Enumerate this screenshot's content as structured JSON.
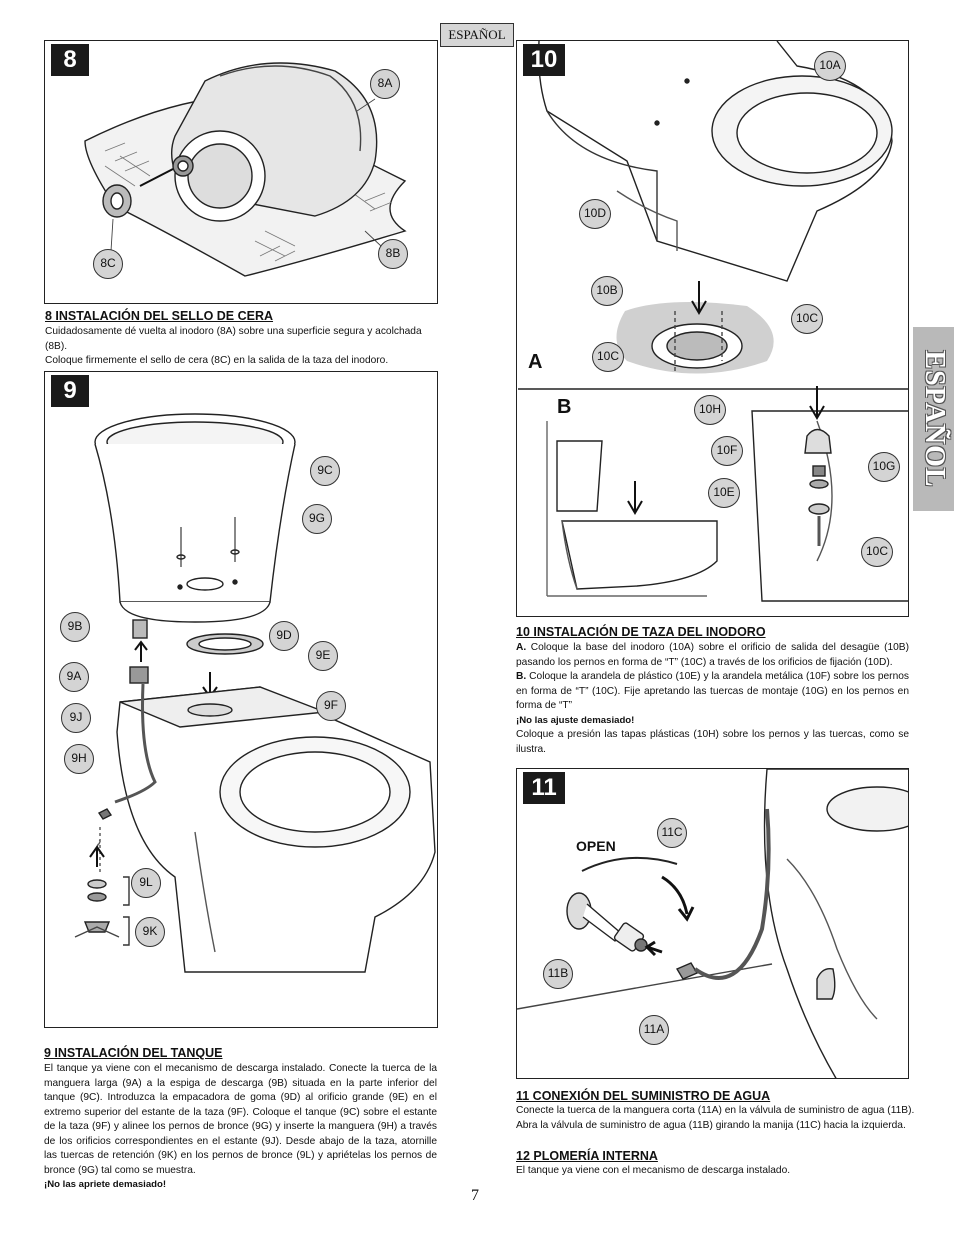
{
  "header": {
    "language_tag": "ESPAÑOL",
    "side_tab": "ESPAÑOL"
  },
  "fig8": {
    "number": "8",
    "callouts": {
      "a": "8A",
      "b": "8B",
      "c": "8C"
    }
  },
  "sec8": {
    "title": "8  INSTALACIÓN DEL SELLO DE CERA",
    "line1": "Cuidadosamente dé vuelta al inodoro (8A) sobre una superficie segura y acolchada (8B).",
    "line2": "Coloque firmemente el sello de cera (8C) en la salida de la taza del inodoro."
  },
  "fig9": {
    "number": "9",
    "callouts": {
      "c": "9C",
      "g": "9G",
      "b": "9B",
      "d": "9D",
      "e": "9E",
      "a": "9A",
      "f": "9F",
      "j": "9J",
      "h": "9H",
      "l": "9L",
      "k": "9K"
    }
  },
  "sec9": {
    "title": "9  INSTALACIÓN DEL TANQUE",
    "body": "El tanque ya viene con el mecanismo de descarga instalado.  Conecte la tuerca de la manguera larga (9A) a la espiga de descarga (9B) situada en la parte inferior del tanque (9C). Introduzca la empacadora de goma (9D) al orificio grande (9E) en el extremo superior del estante de la taza (9F).  Coloque el tanque (9C) sobre el estante de la taza (9F) y alinee los pernos de bronce (9G) y inserte la manguera (9H) a través de los orificios correspondientes en el estante (9J).  Desde abajo de la taza, atornille las tuercas de retención (9K) en los pernos de bronce (9L) y apriételas los pernos de bronce (9G) tal como se muestra.",
    "warning": "¡No las apriete demasiado!"
  },
  "fig10": {
    "number": "10",
    "sub_a": "A",
    "sub_b": "B",
    "callouts": {
      "a": "10A",
      "d": "10D",
      "b": "10B",
      "c1": "10C",
      "c2": "10C",
      "h": "10H",
      "f": "10F",
      "g": "10G",
      "e": "10E",
      "c3": "10C"
    }
  },
  "sec10": {
    "title": "10  INSTALACIÓN DE TAZA DEL INODORO",
    "a_label": "A.",
    "a_text": " Coloque  la base del inodoro (10A) sobre el orificio de salida del desagüe (10B) pasando los pernos en forma de “T” (10C) a través de los orificios de fijación (10D).",
    "b_label": "B.",
    "b_text": " Coloque la arandela de plástico (10E) y la arandela metálica (10F) sobre los pernos en forma de “T” (10C). Fije apretando las tuercas de montaje (10G) en los pernos en forma de “T”",
    "warning": "¡No las ajuste demasiado!",
    "final": "Coloque a presión las tapas plásticas (10H) sobre los pernos y las tuercas, como se ilustra."
  },
  "fig11": {
    "number": "11",
    "open": "OPEN",
    "callouts": {
      "c": "11C",
      "b": "11B",
      "a": "11A"
    }
  },
  "sec11": {
    "title": "11  CONEXIÓN DEL SUMINISTRO DE AGUA",
    "line1": "Conecte la tuerca de la manguera corta (11A) en la válvula de suministro de agua (11B).",
    "line2": "Abra la válvula de suministro de agua (11B) girando la manija (11C) hacia la izquierda."
  },
  "sec12": {
    "title": "12  PLOMERÍA INTERNA",
    "line1": "El tanque ya viene con el mecanismo de descarga instalado."
  },
  "page_number": "7"
}
